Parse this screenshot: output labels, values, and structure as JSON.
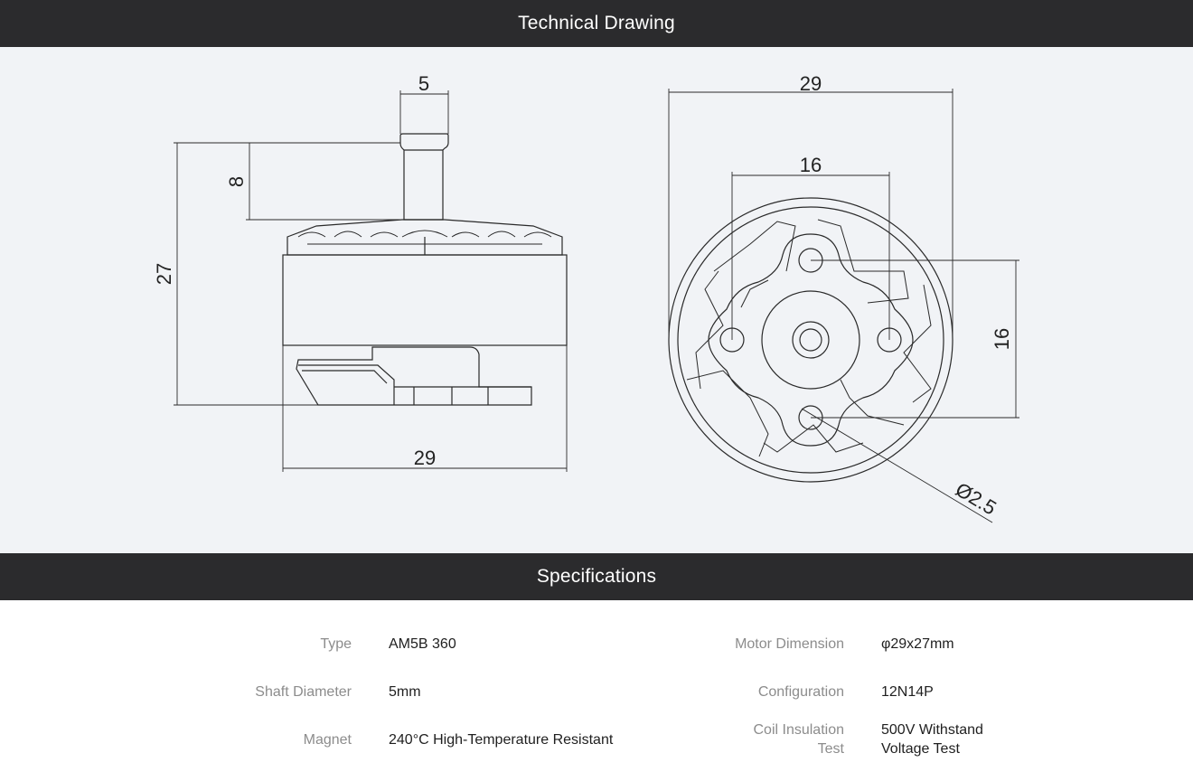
{
  "sections": {
    "drawing_title": "Technical Drawing",
    "specs_title": "Specifications"
  },
  "drawing": {
    "side_view": {
      "shaft_width": "5",
      "shaft_length": "8",
      "total_height": "27",
      "base_width": "29"
    },
    "bottom_view": {
      "outer_diameter": "29",
      "hole_spacing_horizontal": "16",
      "hole_spacing_vertical": "16",
      "hole_diameter": "Ø2.5"
    }
  },
  "specs": {
    "left": [
      {
        "label": "Type",
        "value": "AM5B 360"
      },
      {
        "label": "Shaft Diameter",
        "value": "5mm"
      },
      {
        "label": "Magnet",
        "value": "240°C High-Temperature Resistant"
      }
    ],
    "right": [
      {
        "label": "Motor Dimension",
        "value": "φ29x27mm"
      },
      {
        "label": "Configuration",
        "value": "12N14P"
      },
      {
        "label_line1": "Coil Insulation",
        "label_line2": "Test",
        "value_line1": "500V Withstand",
        "value_line2": "Voltage Test"
      }
    ]
  }
}
